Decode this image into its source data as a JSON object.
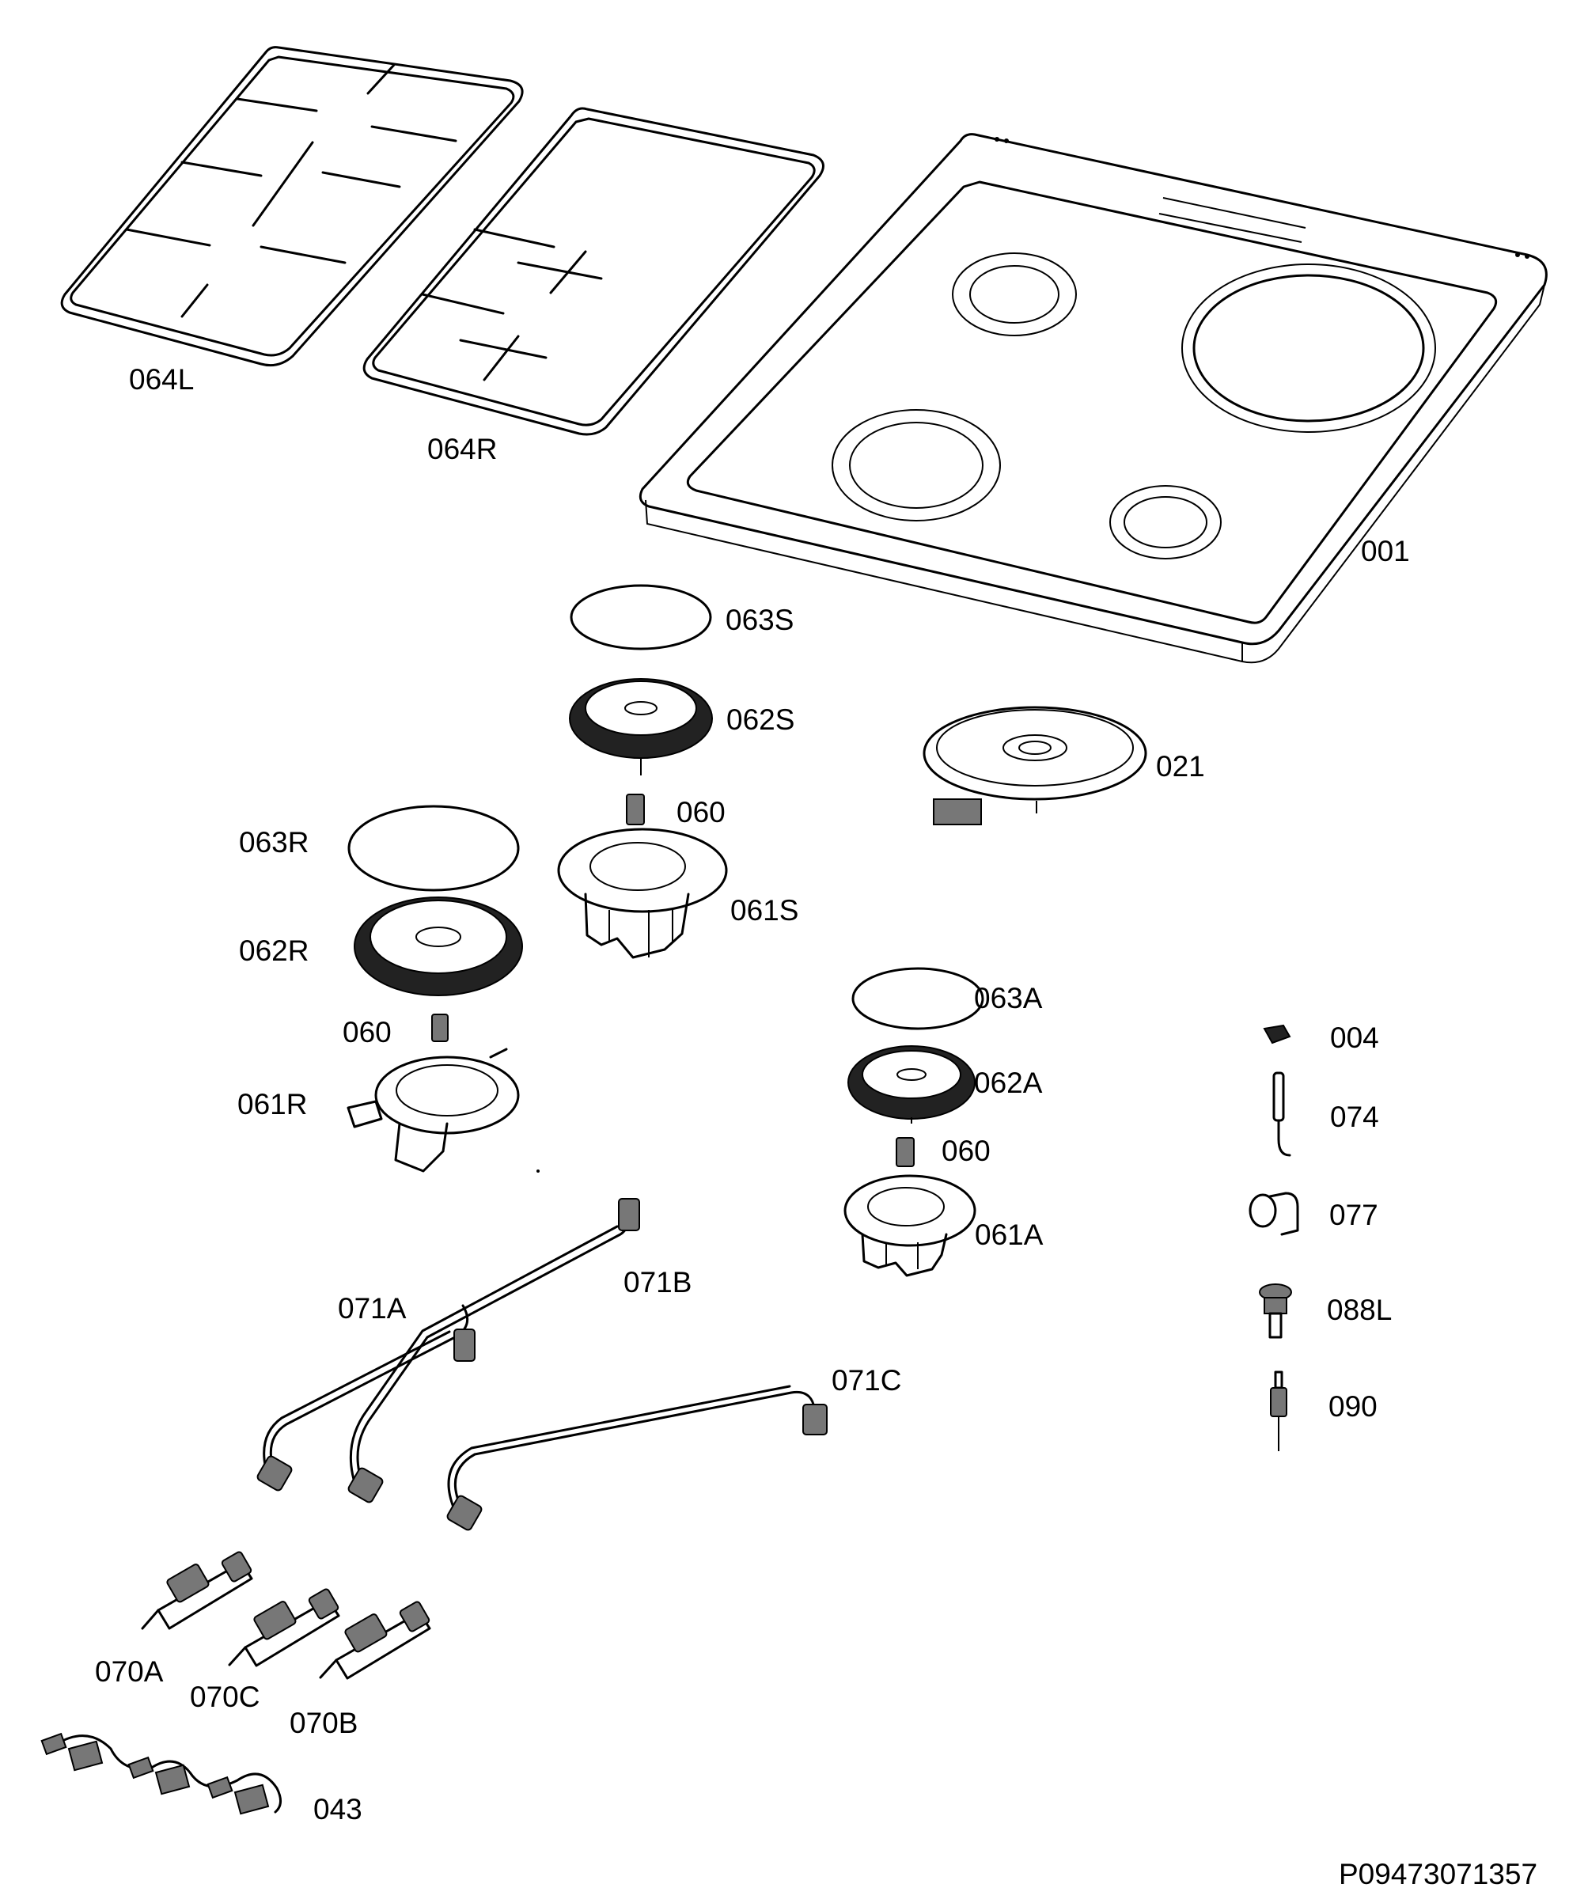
{
  "parts": {
    "grid_left": "064L",
    "grid_right": "064R",
    "hob_top": "001",
    "cap_small": "063S",
    "crown_small": "062S",
    "hotplate": "021",
    "injector_1": "060",
    "base_small": "061S",
    "cap_rapid": "063R",
    "crown_rapid": "062R",
    "injector_2": "060",
    "base_rapid": "061R",
    "cap_aux": "063A",
    "crown_aux": "062A",
    "injector_3": "060",
    "base_aux": "061A",
    "clip": "004",
    "thermocouple": "074",
    "elbow": "077",
    "gas_connector": "088L",
    "ignition_plug": "090",
    "pipe_a": "071A",
    "pipe_b": "071B",
    "pipe_c": "071C",
    "tap_a": "070A",
    "tap_c": "070C",
    "tap_b": "070B",
    "ignition_switches": "043"
  },
  "footer": {
    "drawing_number": "P09473071357"
  }
}
